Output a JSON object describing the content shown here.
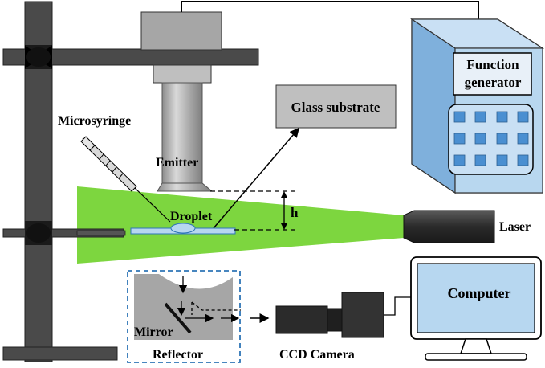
{
  "labels": {
    "function_generator_line1": "Function",
    "function_generator_line2": "generator",
    "glass_substrate": "Glass substrate",
    "microsyringe": "Microsyringe",
    "emitter": "Emitter",
    "droplet": "Droplet",
    "height": "h",
    "laser": "Laser",
    "computer": "Computer",
    "mirror": "Mirror",
    "reflector": "Reflector",
    "ccd_camera": "CCD Camera"
  },
  "colors": {
    "stand_dark": "#4a4a4a",
    "emitter_gray": "#a6a6a6",
    "light_sheet_green": "#7dd63f",
    "generator_blue": "#b8d7ef",
    "generator_button": "#4a8fd1",
    "computer_screen": "#b7d7f0",
    "reflector_border": "#2e75b6",
    "label_box_gray": "#bfbfbf"
  }
}
